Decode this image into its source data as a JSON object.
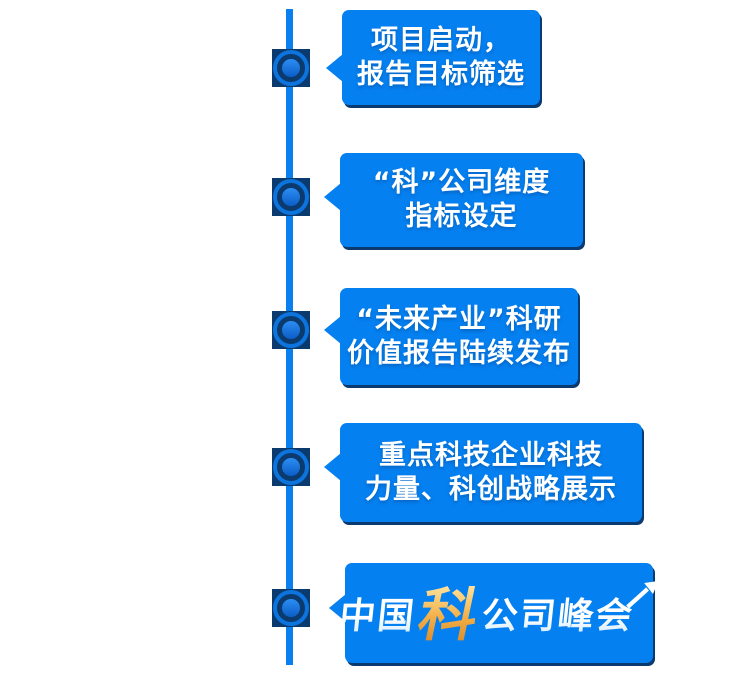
{
  "canvas": {
    "background": "#ffffff"
  },
  "colors": {
    "bubble_blue": "#0580f0",
    "line_blue": "#0a80f0",
    "navy_edge": "#0a3a6e",
    "node_ring_blue": "#0d74dd",
    "node_center_top": "#2d8df2",
    "node_center_bottom": "#0a5ec6",
    "text_white": "#ffffff",
    "logo_gold": "#f3ae45"
  },
  "timeline": {
    "steps": [
      {
        "lines": [
          "项目启动，",
          "报告目标筛选"
        ]
      },
      {
        "lines": [
          "“科”公司维度",
          "指标设定"
        ]
      },
      {
        "lines": [
          "“未来产业”科研",
          "价值报告陆续发布"
        ]
      },
      {
        "lines": [
          "重点科技企业科技",
          "力量、科创战略展示"
        ]
      }
    ],
    "logo": {
      "prefix": "中国",
      "highlight": "科",
      "suffix": "公司峰会"
    }
  }
}
